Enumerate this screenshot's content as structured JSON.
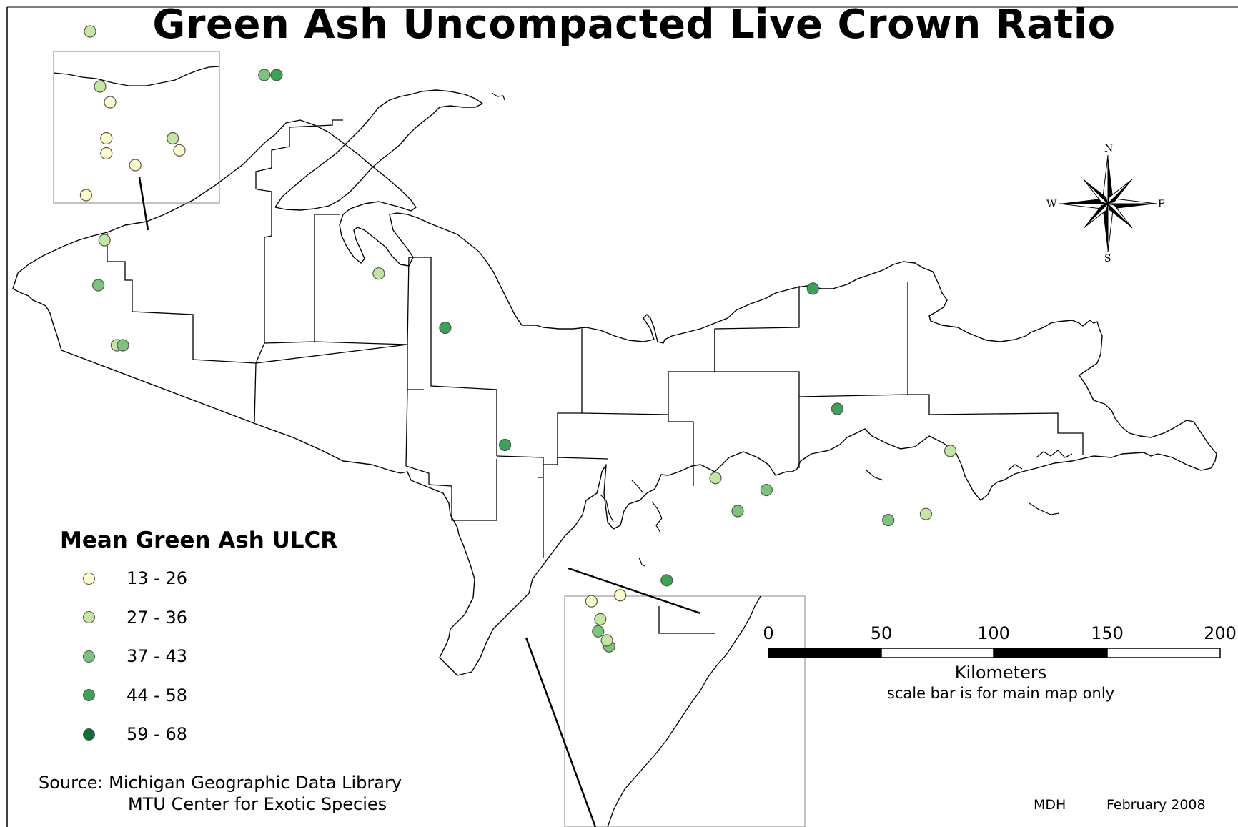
{
  "title": "Green Ash Uncompacted Live Crown Ratio",
  "legend": {
    "title": "Mean Green Ash ULCR",
    "classes": [
      {
        "label": "13 - 26",
        "color": "#fdfdc9"
      },
      {
        "label": "27 - 36",
        "color": "#c3e6a0"
      },
      {
        "label": "37 - 43",
        "color": "#7cc47b"
      },
      {
        "label": "44 - 58",
        "color": "#39a356"
      },
      {
        "label": "59 - 68",
        "color": "#0a6e37"
      }
    ]
  },
  "source": {
    "line1": "Source: Michigan Geographic Data Library",
    "line2": "MTU Center for Exotic Species"
  },
  "scale_bar": {
    "ticks": [
      "0",
      "50",
      "100",
      "150",
      "200"
    ],
    "unit": "Kilometers",
    "note": "scale bar is for main map only"
  },
  "compass": {
    "n": "N",
    "s": "S",
    "e": "E",
    "w": "W"
  },
  "footer": {
    "author": "MDH",
    "date": "February 2008"
  },
  "points": [
    {
      "inset": "main",
      "class": 0,
      "lon": -89.92,
      "lat": 46.94
    },
    {
      "inset": "main",
      "class": 0,
      "lon": -89.92,
      "lat": 46.89
    },
    {
      "inset": "main",
      "class": 1,
      "lon": -89.62,
      "lat": 46.94
    },
    {
      "inset": "main",
      "class": 0,
      "lon": -89.59,
      "lat": 46.9
    },
    {
      "inset": "main",
      "class": 1,
      "lon": -88.69,
      "lat": 46.49
    },
    {
      "inset": "main",
      "class": 3,
      "lon": -88.39,
      "lat": 46.31
    },
    {
      "inset": "main",
      "class": 3,
      "lon": -86.73,
      "lat": 46.44
    },
    {
      "inset": "main",
      "class": 3,
      "lon": -84.08,
      "lat": 46.45
    },
    {
      "inset": "main",
      "class": 1,
      "lon": -83.64,
      "lat": 46.26
    },
    {
      "inset": "main",
      "class": 3,
      "lon": -83.44,
      "lat": 46.07
    },
    {
      "inset": "main",
      "class": 4,
      "lon": -84.27,
      "lat": 46.13
    },
    {
      "inset": "main",
      "class": 4,
      "lon": -84.42,
      "lat": 46.0
    },
    {
      "inset": "main",
      "class": 1,
      "lon": -84.15,
      "lat": 45.83
    },
    {
      "inset": "main",
      "class": 3,
      "lon": -86.62,
      "lat": 46.04
    },
    {
      "inset": "main",
      "class": 1,
      "lon": -86.11,
      "lat": 45.9
    },
    {
      "inset": "main",
      "class": 3,
      "lon": -88.12,
      "lat": 45.92
    },
    {
      "inset": "main",
      "class": 1,
      "lon": -87.17,
      "lat": 45.81
    },
    {
      "inset": "main",
      "class": 2,
      "lon": -86.94,
      "lat": 45.77
    },
    {
      "inset": "main",
      "class": 2,
      "lon": -87.07,
      "lat": 45.7
    },
    {
      "inset": "main",
      "class": 2,
      "lon": -86.39,
      "lat": 45.67
    },
    {
      "inset": "main",
      "class": 1,
      "lon": -86.22,
      "lat": 45.69
    },
    {
      "inset": "main",
      "class": 3,
      "lon": -87.39,
      "lat": 45.47
    },
    {
      "inset": "main",
      "class": 0,
      "lon": -87.6,
      "lat": 45.42
    },
    {
      "inset": "main",
      "class": 0,
      "lon": -87.73,
      "lat": 45.4
    },
    {
      "inset": "main",
      "class": 1,
      "lon": -87.69,
      "lat": 45.34
    },
    {
      "inset": "main",
      "class": 2,
      "lon": -87.7,
      "lat": 45.3
    },
    {
      "inset": "main",
      "class": 2,
      "lon": -87.65,
      "lat": 45.25
    },
    {
      "inset": "main",
      "class": 1,
      "lon": -87.66,
      "lat": 45.27
    },
    {
      "inset": "north",
      "class": 1,
      "lon": -89.62,
      "lat": 47.02
    },
    {
      "inset": "north",
      "class": 1,
      "lon": -89.6,
      "lat": 46.95
    },
    {
      "inset": "north",
      "class": 0,
      "lon": -89.58,
      "lat": 46.93
    },
    {
      "inset": "south",
      "class": 0,
      "lon": -87.58,
      "lat": 45.41
    },
    {
      "inset": "south",
      "class": 0,
      "lon": -87.66,
      "lat": 45.39
    },
    {
      "inset": "south",
      "class": 1,
      "lon": -87.63,
      "lat": 45.36
    },
    {
      "inset": "south",
      "class": 2,
      "lon": -87.64,
      "lat": 45.33
    },
    {
      "inset": "south",
      "class": 1,
      "lon": -87.61,
      "lat": 45.29
    },
    {
      "inset": "south",
      "class": 2,
      "lon": -87.6,
      "lat": 45.29
    },
    {
      "inset": "south",
      "class": 2,
      "lon": -87.37,
      "lat": 45.47
    },
    {
      "inset": "south",
      "class": 3,
      "lon": -87.35,
      "lat": 45.47
    }
  ]
}
